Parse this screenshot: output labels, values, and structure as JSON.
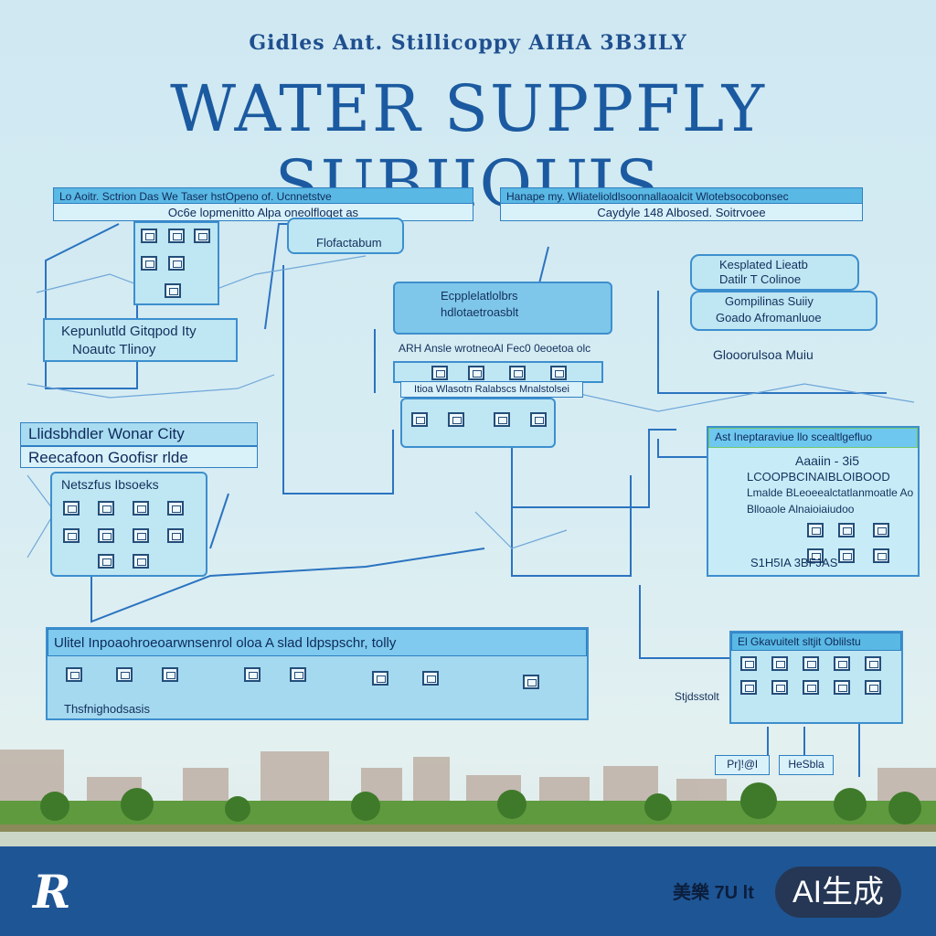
{
  "header": {
    "subtitle": "Gidles Ant. Stillicoppy  AIHA 3B3ILY",
    "title": "WATER SUPPFLY SUBIIOUJS"
  },
  "panels": {
    "top_left": {
      "header": "Lo Aoitr. Sctrion Das We Taser hstOpeno of. Ucnnetstve",
      "sub": "Oc6e lopmenitto          Alpa oneolfloqet as"
    },
    "top_left_tag": "Flofactabum",
    "top_right": {
      "header": "Hanape my. Wliatelioldlsoonnallaoalcit Wlotebsocobonsec",
      "sub": "Caydyle 148 Albosed. Soitrvoee"
    },
    "left_box": {
      "line1": "Kepunlutld Gitqpod Ity",
      "line2": "Noautc Tlinoy"
    },
    "center_box": {
      "title1": "Ecpplelatlolbrs",
      "title2": "hdlotaetroasblt",
      "line": "ARH Ansle wrotneoAl Fec0 0eoetoa olc"
    },
    "center_bar": "Itioa Wlasotn Ralabscs Mnalstolsei",
    "right_box": {
      "line1": "Kesplated Lieatb",
      "line2": "Datilr T Colinoe",
      "line3": "Gompilinas Suiiy",
      "line4": "Goado Afromanluoe",
      "line5": "Glooorulsoa Muiu"
    },
    "mid_left": {
      "line1": "Llidsbhdler Wonar City",
      "line2": "Reecafoon Goofisr rlde"
    },
    "mid_left_grid": "Netszfus Ibsoeks",
    "right_mid": {
      "header": "Ast Ineptaraviue llo scealtlgefluo",
      "title": "Aaaiin - 3i5",
      "line1": "LCOOPBCINAIBLOIBOOD",
      "line2": "Lmalde BLeoeealctatlanmoatle Ao",
      "line3": "Blloaole Alnaioiaiudoo",
      "footer": "S1H5IA 3BFJAS"
    },
    "bottom_left": {
      "header": "Ulitel Inpoaohroeoarwnsenrol oloa A slad ldpspschr, tolly",
      "caption": "Thsfnighodsasis"
    },
    "bottom_right": {
      "header": "El Gkavuitelt sltjit Oblilstu",
      "label": "Stjdsstolt",
      "tags": [
        "Pr]!@l",
        "HeSbla"
      ]
    }
  },
  "footer": {
    "logo": "R",
    "text": "美樂 7U lt",
    "badge": "AI生成"
  },
  "colors": {
    "accent": "#1b5aa0",
    "panel": "#bfe6f3",
    "footer": "#1e5595",
    "line": "#2b73c0"
  }
}
